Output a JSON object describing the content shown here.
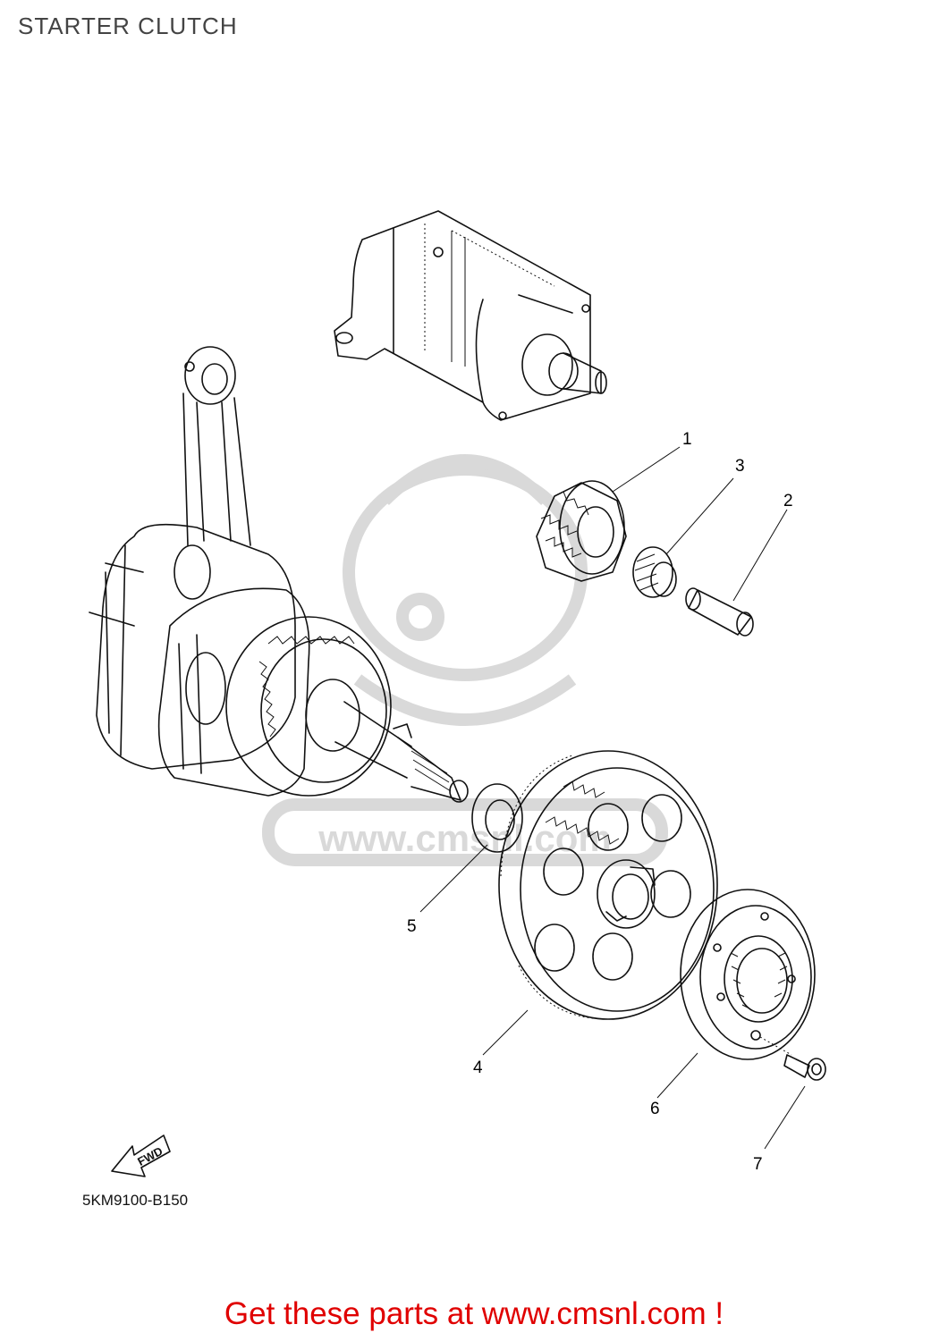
{
  "title": "STARTER CLUTCH",
  "diagram_code": "5KM9100-B150",
  "fwd_label": "FWD",
  "watermark": "www.cmsnl.com",
  "footer_link": "Get these parts at www.cmsnl.com !",
  "callouts": [
    "1",
    "2",
    "3",
    "4",
    "5",
    "6",
    "7"
  ],
  "colors": {
    "footer": "#e00000",
    "line": "#111111",
    "watermark": "#d9d9d9"
  }
}
